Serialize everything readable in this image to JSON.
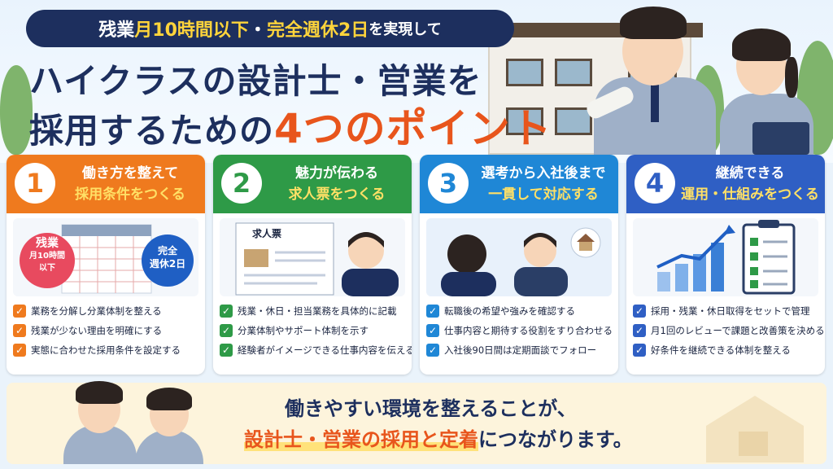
{
  "banner": {
    "part1": "残業",
    "highlight1": "月10時間以下",
    "sep": "・",
    "highlight2": "完全週休2日",
    "part2": "を実現して"
  },
  "title": {
    "line1": "ハイクラスの設計士・営業を",
    "line2_prefix": "採用するための",
    "line2_accent": "4つのポイント"
  },
  "points": [
    {
      "number": "1",
      "title_a": "働き方を整えて",
      "title_b": "採用条件をつくる",
      "color": "#ef7a1e",
      "badge_left_1": "残業",
      "badge_left_2": "月10時間",
      "badge_left_3": "以下",
      "badge_right_1": "完全",
      "badge_right_2": "週休2日",
      "items": [
        "業務を分解し分業体制を整える",
        "残業が少ない理由を明確にする",
        "実態に合わせた採用条件を設定する"
      ]
    },
    {
      "number": "2",
      "title_a": "魅力が伝わる",
      "title_b": "求人票をつくる",
      "color": "#2e9a47",
      "doc_title": "求人票",
      "items": [
        "残業・休日・担当業務を具体的に記載",
        "分業体制やサポート体制を示す",
        "経験者がイメージできる仕事内容を伝える"
      ]
    },
    {
      "number": "3",
      "title_a": "選考から入社後まで",
      "title_b": "一貫して対応する",
      "color": "#1f87d6",
      "items": [
        "転職後の希望や強みを確認する",
        "仕事内容と期待する役割をすり合わせる",
        "入社後90日間は定期面談でフォロー"
      ]
    },
    {
      "number": "4",
      "title_a": "継続できる",
      "title_b": "運用・仕組みをつくる",
      "color": "#2f5fc4",
      "items": [
        "採用・残業・休日取得をセットで管理",
        "月1回のレビューで課題と改善策を決める",
        "好条件を継続できる体制を整える"
      ]
    }
  ],
  "footer": {
    "line1": "働きやすい環境を整えることが、",
    "line2_em": "設計士・営業の採用と定着",
    "line2_rest": "につながります。"
  }
}
